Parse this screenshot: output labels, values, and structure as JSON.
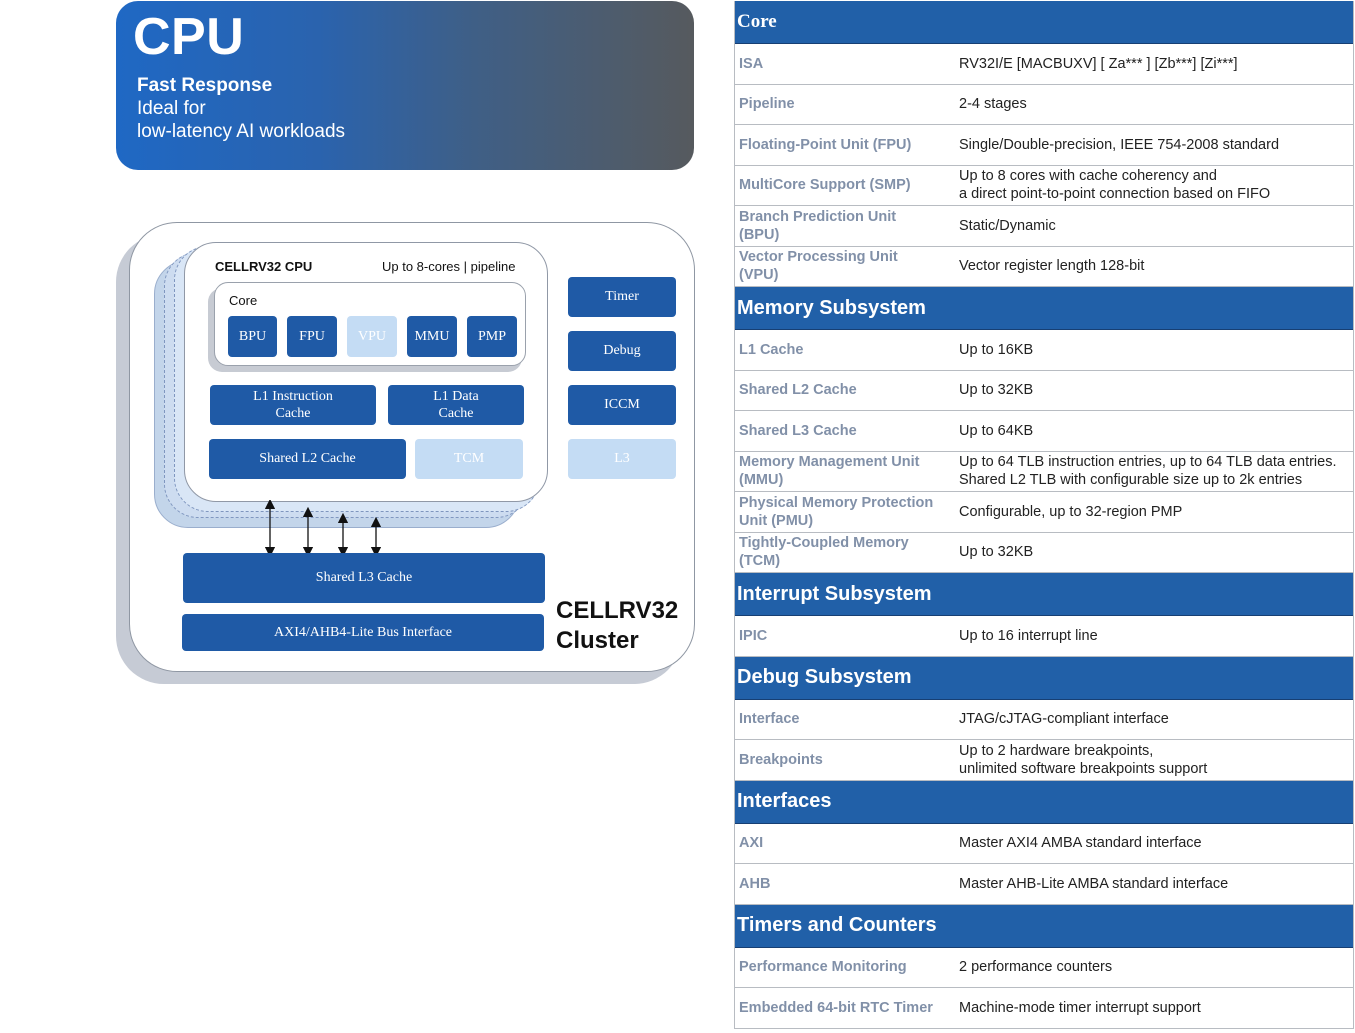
{
  "banner": {
    "title": "CPU",
    "line1": "Fast Response",
    "line2": "Ideal for",
    "line3": "low-latency AI workloads"
  },
  "diagram": {
    "cpu_label": "CELLRV32 CPU",
    "cpu_note": "Up to 8-cores | pipeline",
    "core_label": "Core",
    "units": [
      "BPU",
      "FPU",
      "VPU",
      "MMU",
      "PMP"
    ],
    "l1_instruction_line1": "L1 Instruction",
    "l1_instruction_line2": "Cache",
    "l1_data_line1": "L1 Data",
    "l1_data_line2": "Cache",
    "shared_l2": "Shared L2 Cache",
    "tcm": "TCM",
    "side": [
      "Timer",
      "Debug",
      "ICCM",
      "L3"
    ],
    "shared_l3": "Shared L3 Cache",
    "bus": "AXI4/AHB4-Lite Bus Interface",
    "cluster_line1": "CELLRV32",
    "cluster_line2": "Cluster"
  },
  "spec": {
    "core": {
      "title": "Core",
      "rows": [
        {
          "k": "ISA",
          "v": "RV32I/E [MACBUXV] [ Za*** ] [Zb***] [Zi***]"
        },
        {
          "k": "Pipeline",
          "v": "2-4 stages"
        },
        {
          "k": "Floating-Point Unit (FPU)",
          "v": "Single/Double-precision, IEEE 754-2008 standard"
        },
        {
          "k": "MultiCore Support (SMP)",
          "v1": "Up to 8 cores with cache coherency and",
          "v2": "a direct point-to-point connection based on FIFO"
        },
        {
          "k1": "Branch Prediction Unit",
          "k2": "(BPU)",
          "v": "Static/Dynamic"
        },
        {
          "k1": "Vector Processing Unit",
          "k2": "(VPU)",
          "v": "Vector register length 128-bit"
        }
      ]
    },
    "memory": {
      "title": "Memory Subsystem",
      "rows": [
        {
          "k": "L1 Cache",
          "v": "Up to 16KB"
        },
        {
          "k": "Shared L2 Cache",
          "v": "Up to 32KB"
        },
        {
          "k": "Shared L3 Cache",
          "v": "Up to 64KB"
        },
        {
          "k1": "Memory Management Unit",
          "k2": "(MMU)",
          "v1": "Up to 64 TLB instruction entries, up to 64 TLB data entries.",
          "v2": "Shared L2 TLB with configurable size up to 2k entries"
        },
        {
          "k1": "Physical Memory Protection",
          "k2": "Unit (PMU)",
          "v": "Configurable, up to 32-region PMP"
        },
        {
          "k1": "Tightly-Coupled Memory",
          "k2": "(TCM)",
          "v": "Up to 32KB"
        }
      ]
    },
    "interrupt": {
      "title": "Interrupt Subsystem",
      "rows": [
        {
          "k": "IPIC",
          "v": "Up to 16 interrupt line"
        }
      ]
    },
    "debug": {
      "title": "Debug Subsystem",
      "rows": [
        {
          "k": "Interface",
          "v": "JTAG/cJTAG-compliant interface"
        },
        {
          "k": "Breakpoints",
          "v1": "Up to 2 hardware breakpoints,",
          "v2": "unlimited software breakpoints support"
        }
      ]
    },
    "interfaces": {
      "title": "Interfaces",
      "rows": [
        {
          "k": "AXI",
          "v": "Master AXI4 AMBA standard interface"
        },
        {
          "k": "AHB",
          "v": "Master AHB-Lite AMBA standard interface"
        }
      ]
    },
    "timers": {
      "title": "Timers and Counters",
      "rows": [
        {
          "k": "Performance Monitoring",
          "v": "2 performance counters"
        },
        {
          "k": "Embedded 64-bit RTC Timer",
          "v": "Machine-mode timer interrupt support"
        }
      ]
    }
  }
}
